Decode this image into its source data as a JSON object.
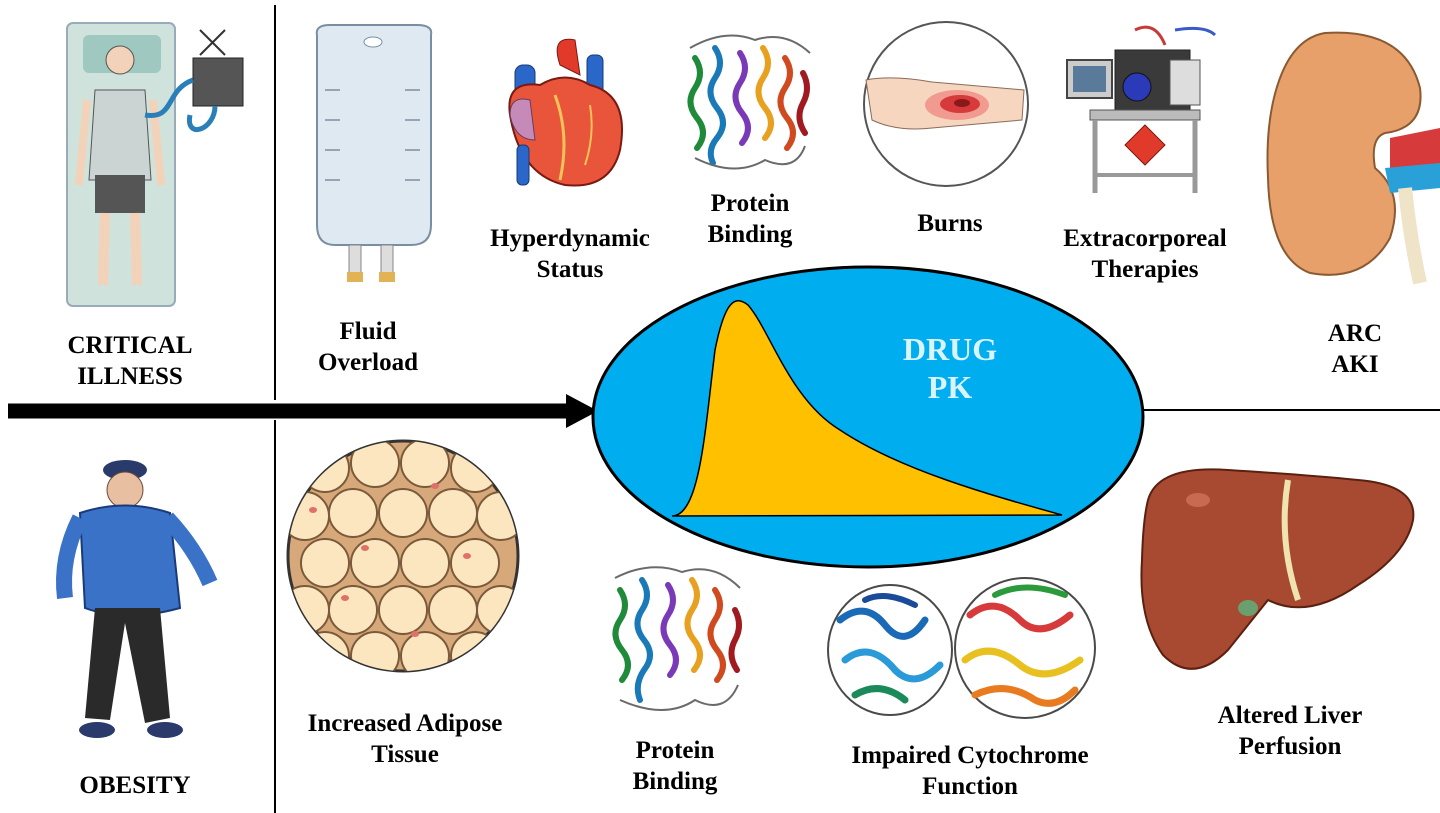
{
  "center": {
    "line1": "DRUG",
    "line2": "PK"
  },
  "critical_illness": {
    "line1": "CRITICAL",
    "line2": "ILLNESS"
  },
  "obesity": {
    "line1": "OBESITY"
  },
  "factors_top": {
    "fluid_overload": {
      "line1": "Fluid",
      "line2": "Overload"
    },
    "hyperdynamic": {
      "line1": "Hyperdynamic",
      "line2": "Status"
    },
    "protein_binding": {
      "line1": "Protein",
      "line2": "Binding"
    },
    "burns": {
      "line1": "Burns"
    },
    "extracorporeal": {
      "line1": "Extracorporeal",
      "line2": "Therapies"
    },
    "arc_aki": {
      "line1": "ARC",
      "line2": "AKI"
    }
  },
  "factors_bottom": {
    "adipose": {
      "line1": "Increased Adipose",
      "line2": "Tissue"
    },
    "protein_binding": {
      "line1": "Protein",
      "line2": "Binding"
    },
    "cytochrome": {
      "line1": "Impaired Cytochrome",
      "line2": "Function"
    },
    "liver": {
      "line1": "Altered Liver",
      "line2": "Perfusion"
    }
  },
  "colors": {
    "ellipse": "#00aeef",
    "curve": "#ffc000",
    "arrow": "#000000"
  }
}
